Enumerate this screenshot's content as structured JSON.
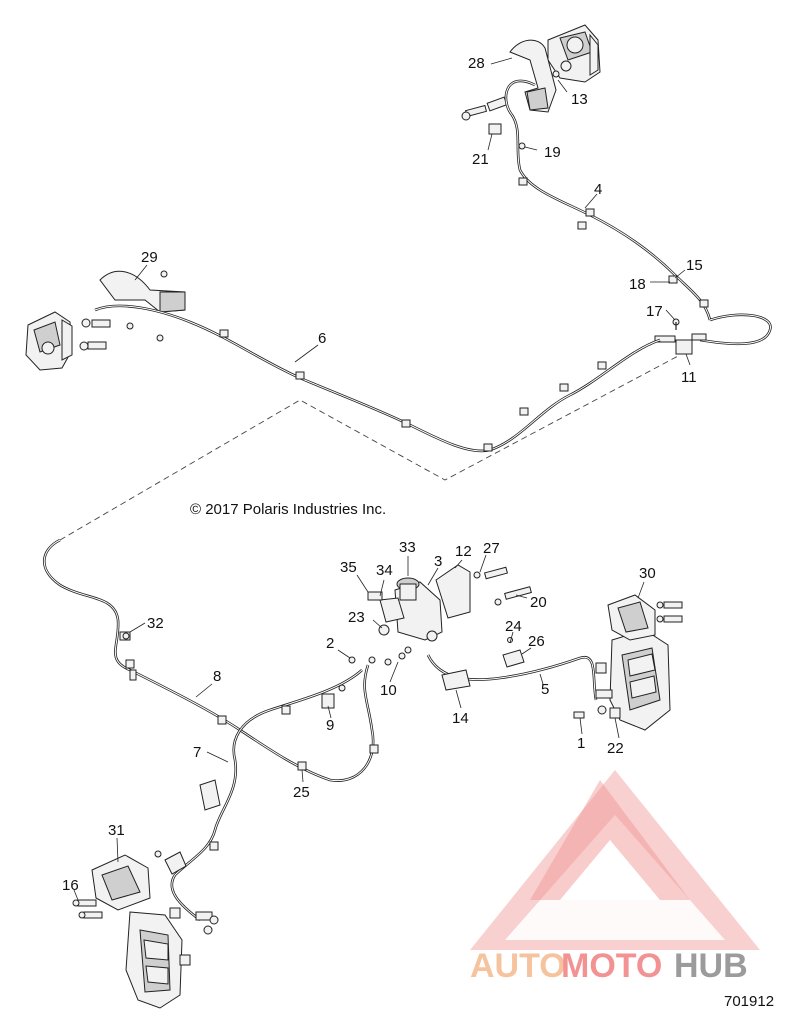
{
  "copyright": "© 2017 Polaris Industries Inc.",
  "figure_number": "701912",
  "watermark": {
    "text_a": "AUTO",
    "text_b": "MOTO",
    "text_c": "HUB",
    "color_a": "#f5b98f",
    "color_b": "#f08080",
    "color_c": "#8a8a8a"
  },
  "callouts": [
    {
      "id": "c28",
      "label": "28"
    },
    {
      "id": "c13",
      "label": "13"
    },
    {
      "id": "c21",
      "label": "21"
    },
    {
      "id": "c19",
      "label": "19"
    },
    {
      "id": "c4",
      "label": "4"
    },
    {
      "id": "c15",
      "label": "15"
    },
    {
      "id": "c18",
      "label": "18"
    },
    {
      "id": "c17",
      "label": "17"
    },
    {
      "id": "c11",
      "label": "11"
    },
    {
      "id": "c29",
      "label": "29"
    },
    {
      "id": "c6",
      "label": "6"
    },
    {
      "id": "c33",
      "label": "33"
    },
    {
      "id": "c3",
      "label": "3"
    },
    {
      "id": "c12",
      "label": "12"
    },
    {
      "id": "c27",
      "label": "27"
    },
    {
      "id": "c35",
      "label": "35"
    },
    {
      "id": "c34",
      "label": "34"
    },
    {
      "id": "c30",
      "label": "30"
    },
    {
      "id": "c20",
      "label": "20"
    },
    {
      "id": "c23",
      "label": "23"
    },
    {
      "id": "c32",
      "label": "32"
    },
    {
      "id": "c24",
      "label": "24"
    },
    {
      "id": "c26",
      "label": "26"
    },
    {
      "id": "c2",
      "label": "2"
    },
    {
      "id": "c10",
      "label": "10"
    },
    {
      "id": "c5",
      "label": "5"
    },
    {
      "id": "c8",
      "label": "8"
    },
    {
      "id": "c9",
      "label": "9"
    },
    {
      "id": "c14",
      "label": "14"
    },
    {
      "id": "c1",
      "label": "1"
    },
    {
      "id": "c22",
      "label": "22"
    },
    {
      "id": "c7",
      "label": "7"
    },
    {
      "id": "c25",
      "label": "25"
    },
    {
      "id": "c31",
      "label": "31"
    },
    {
      "id": "c16",
      "label": "16"
    }
  ]
}
